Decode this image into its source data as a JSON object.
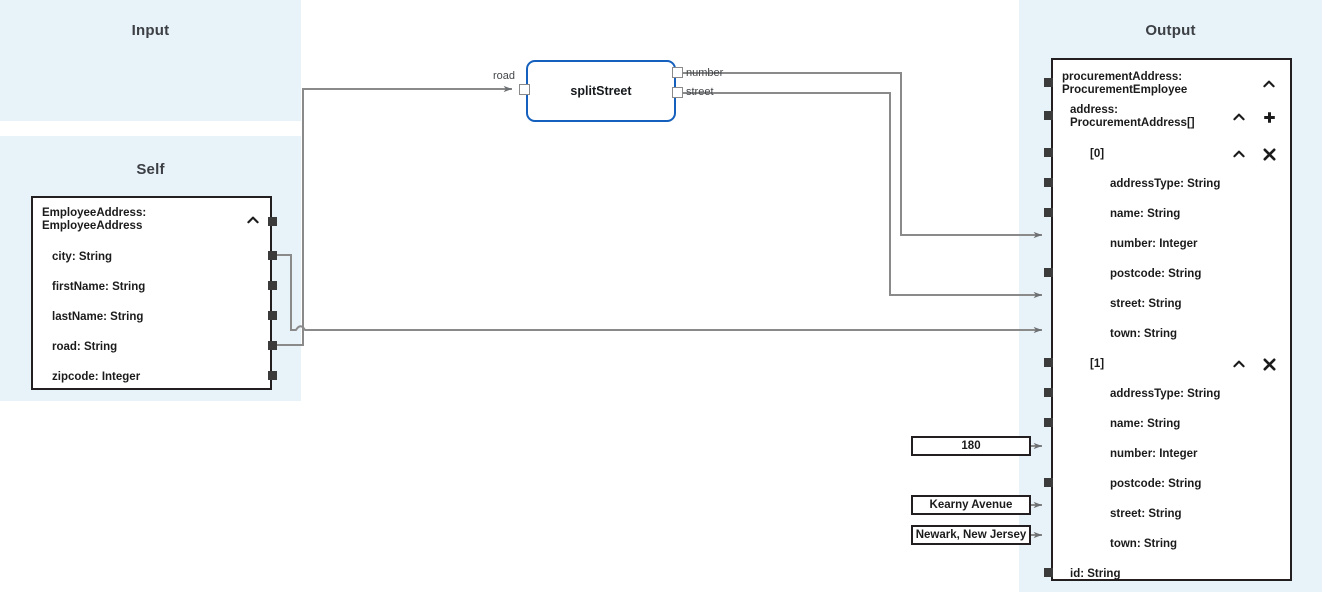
{
  "panels": {
    "input": {
      "title": "Input"
    },
    "self": {
      "title": "Self"
    },
    "output": {
      "title": "Output"
    }
  },
  "self_node": {
    "header": {
      "line1": "EmployeeAddress:",
      "line2": "EmployeeAddress",
      "collapse_icon": "chevron-up-icon"
    },
    "fields": [
      {
        "label": "city: String"
      },
      {
        "label": "firstName: String"
      },
      {
        "label": "lastName: String"
      },
      {
        "label": "road: String"
      },
      {
        "label": "zipcode: Integer"
      }
    ]
  },
  "function_node": {
    "title": "splitStreet",
    "input_ports": [
      {
        "label": "road"
      }
    ],
    "output_ports": [
      {
        "label": "number"
      },
      {
        "label": "street"
      }
    ],
    "border_color": "#1560bd"
  },
  "output_node": {
    "rows": [
      {
        "label": "procurementAddress:",
        "label2": "ProcurementEmployee",
        "indent": 0,
        "icons": [
          "chevron-up-icon"
        ]
      },
      {
        "label": "address:",
        "label2": "ProcurementAddress[]",
        "indent": 1,
        "icons": [
          "chevron-up-icon",
          "plus-icon"
        ]
      },
      {
        "label": "[0]",
        "indent": 2,
        "icons": [
          "chevron-up-icon",
          "close-icon"
        ]
      },
      {
        "label": "addressType: String",
        "indent": 3,
        "icons": []
      },
      {
        "label": "name: String",
        "indent": 3,
        "icons": []
      },
      {
        "label": "number: Integer",
        "indent": 3,
        "icons": []
      },
      {
        "label": "postcode: String",
        "indent": 3,
        "icons": []
      },
      {
        "label": "street: String",
        "indent": 3,
        "icons": []
      },
      {
        "label": "town: String",
        "indent": 3,
        "icons": []
      },
      {
        "label": "[1]",
        "indent": 2,
        "icons": [
          "chevron-up-icon",
          "close-icon"
        ]
      },
      {
        "label": "addressType: String",
        "indent": 3,
        "icons": []
      },
      {
        "label": "name: String",
        "indent": 3,
        "icons": []
      },
      {
        "label": "number: Integer",
        "indent": 3,
        "icons": []
      },
      {
        "label": "postcode: String",
        "indent": 3,
        "icons": []
      },
      {
        "label": "street: String",
        "indent": 3,
        "icons": []
      },
      {
        "label": "town: String",
        "indent": 3,
        "icons": []
      },
      {
        "label": "id: String",
        "indent": 1,
        "icons": []
      }
    ]
  },
  "literals": [
    {
      "value": "180"
    },
    {
      "value": "Kearny Avenue"
    },
    {
      "value": "Newark, New Jersey"
    }
  ],
  "colors": {
    "panel_bg": "#e8f2f9",
    "node_border": "#231f20",
    "function_border": "#1560bd",
    "wire": "#8a8a8a",
    "port": "#3b3b3b"
  }
}
